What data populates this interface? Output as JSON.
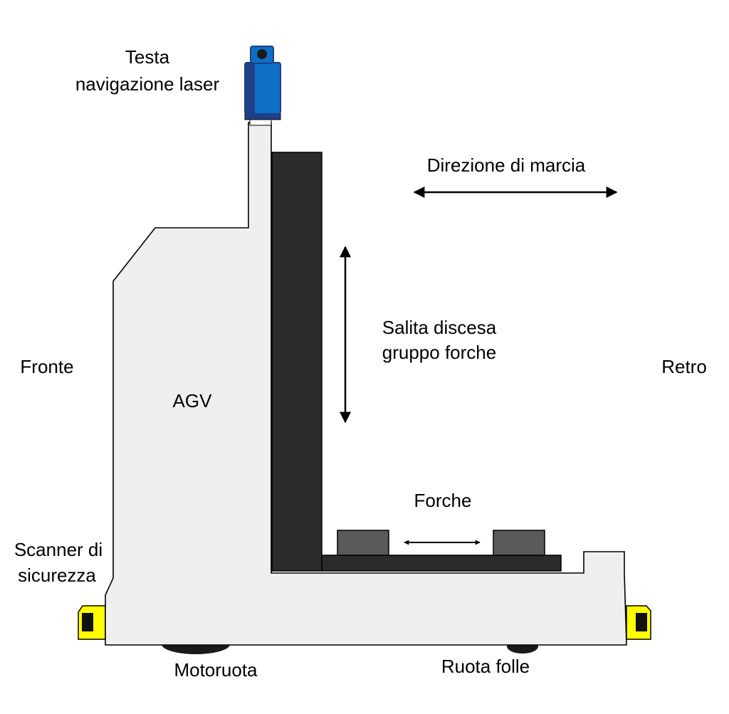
{
  "labels": {
    "laser_head_line1": "Testa",
    "laser_head_line2": "navigazione laser",
    "direction": "Direzione di marcia",
    "lift_line1": "Salita discesa",
    "lift_line2": "gruppo forche",
    "front": "Fronte",
    "rear": "Retro",
    "agv": "AGV",
    "forks": "Forche",
    "scanner_line1": "Scanner di",
    "scanner_line2": "sicurezza",
    "drive_wheel": "Motoruota",
    "idler_wheel": "Ruota folle"
  },
  "colors": {
    "body_fill": "#efefef",
    "mast_fill": "#2b2b2b",
    "fork_block_fill": "#5a5a5a",
    "laser_blue": "#0f6fc6",
    "laser_dark": "#1f3f86",
    "scanner_yellow": "#ffff00",
    "wheel_fill": "#1a1a1a",
    "line": "#000000"
  },
  "icons": {
    "direction_arrow": "double-arrow-horizontal",
    "lift_arrow": "double-arrow-vertical",
    "fork_arrow": "double-arrow-horizontal"
  }
}
